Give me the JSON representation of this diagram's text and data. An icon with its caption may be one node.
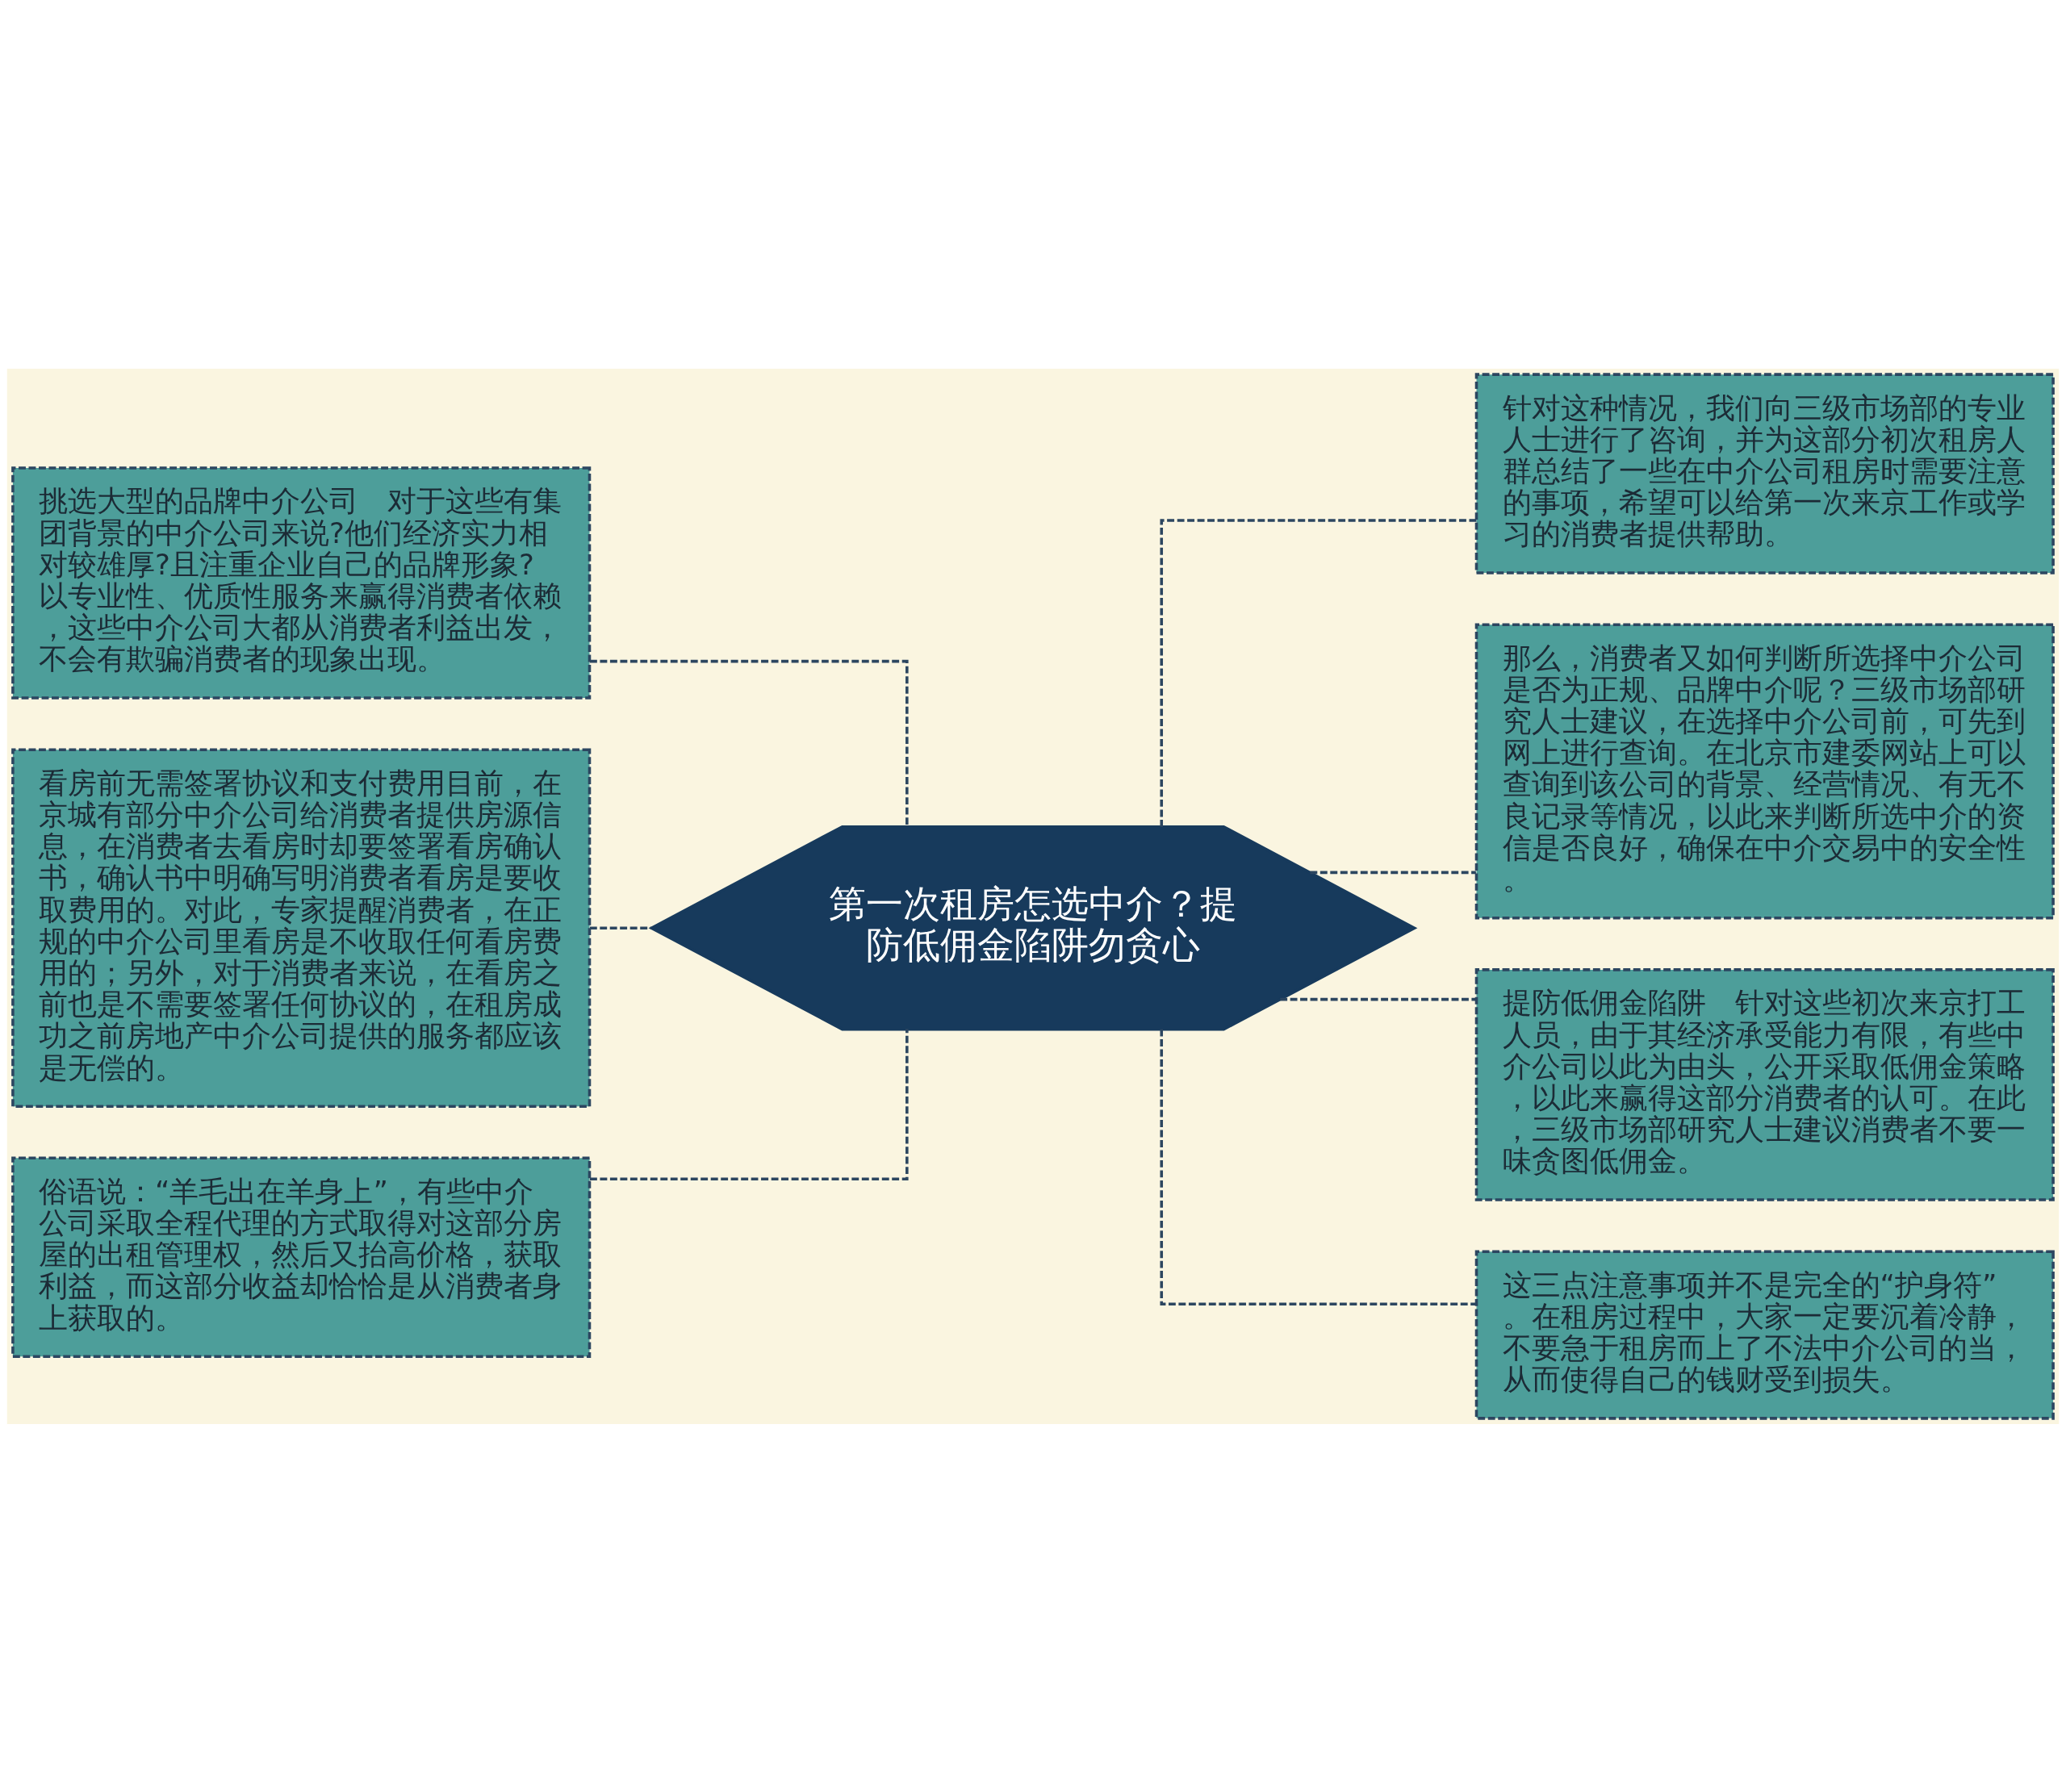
{
  "diagram": {
    "nodes": [
      {
        "text": [
          "第一次租房怎选中介？提防低佣金陷阱勿贪心"
        ]
      },
      {
        "text": [
          "挑选大型的品牌中介公司　对于这些有集团背景的中介公司来说?他们经济实力相对较雄厚?且注重企业自己的品牌形象?以专业性、优质性服务来赢得消费者依赖，这些中介公司大都从消费者利益出发，不会有欺骗消费者的现象出现。"
        ]
      },
      {
        "text": [
          "看房前无需签署协议和支付费用目前，在京城有部分中介公司给消费者提供房源信息，在消费者去看房时却要签署看房确认书，确认书中明确写明消费者看房是要收取费用的。对此，专家提醒消费者，在正规的中介公司里看房是不收取任何看房费用的；另外，对于消费者来说，在看房之前也是不需要签署任何协议的，在租房成功之前房地产中介公司提供的服务都应该是无偿的。"
        ]
      },
      {
        "text": [
          "俗语说：“羊毛出在羊身上”，有些中介公司采取全程代理的方式取得对这部分房屋的出租管理权，然后又抬高价格，获取利益，而这部分收益却恰恰是从消费者身上获取的。"
        ]
      },
      {
        "text": [
          "针对这种情况，我们向三级市场部的专业人士进行了咨询，并为这部分初次租房人群总结了一些在中介公司租房时需要注意的事项，希望可以给第一次来京工作或学习的消费者提供帮助。"
        ]
      },
      {
        "text": [
          "那么，消费者又如何判断所选择中介公司是否为正规、品牌中介呢？三级市场部研究人士建议，在选择中介公司前，可先到网上进行查询。在北京市建委网站上可以查询到该公司的背景、经营情况、有无不良记录等情况，以此来判断所选中介的资信是否良好，确保在中介交易中的安全性。"
        ]
      },
      {
        "text": [
          "提防低佣金陷阱　针对这些初次来京打工人员，由于其经济承受能力有限，有些中介公司以此为由头，公开采取低佣金策略，以此来赢得这部分消费者的认可。在此，三级市场部研究人士建议消费者不要一味贪图低佣金。"
        ]
      },
      {
        "text": [
          "这三点注意事项并不是完全的“护身符”。在租房过程中，大家一定要沉着冷静，不要急于租房而上了不法中介公司的当，从而使得自己的钱财受到损失。"
        ]
      }
    ],
    "edges": [
      {
        "from": 0,
        "to": 1,
        "arrow": "none",
        "style": "dashed"
      },
      {
        "from": 0,
        "to": 2,
        "arrow": "none",
        "style": "dashed"
      },
      {
        "from": 0,
        "to": 3,
        "arrow": "none",
        "style": "dashed"
      },
      {
        "from": 0,
        "to": 4,
        "arrow": "none",
        "style": "dashed"
      },
      {
        "from": 0,
        "to": 5,
        "arrow": "none",
        "style": "dashed"
      },
      {
        "from": 0,
        "to": 6,
        "arrow": "none",
        "style": "dashed"
      },
      {
        "from": 0,
        "to": 7,
        "arrow": "none",
        "style": "dashed"
      }
    ]
  }
}
